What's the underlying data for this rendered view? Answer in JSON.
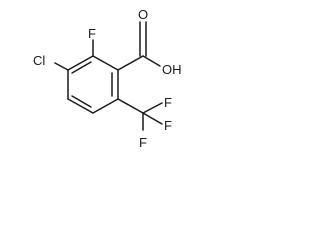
{
  "molecule": {
    "atoms": {
      "chlorine": "Cl",
      "fluorine_ring": "F",
      "oxygen_carbonyl": "O",
      "hydroxyl": "OH",
      "cf3_fluorine_top": "F",
      "cf3_fluorine_right": "F",
      "cf3_fluorine_bottom": "F"
    },
    "colors": {
      "bond": "#1a1a1a",
      "label": "#1a1a1a",
      "background": "#ffffff"
    }
  }
}
